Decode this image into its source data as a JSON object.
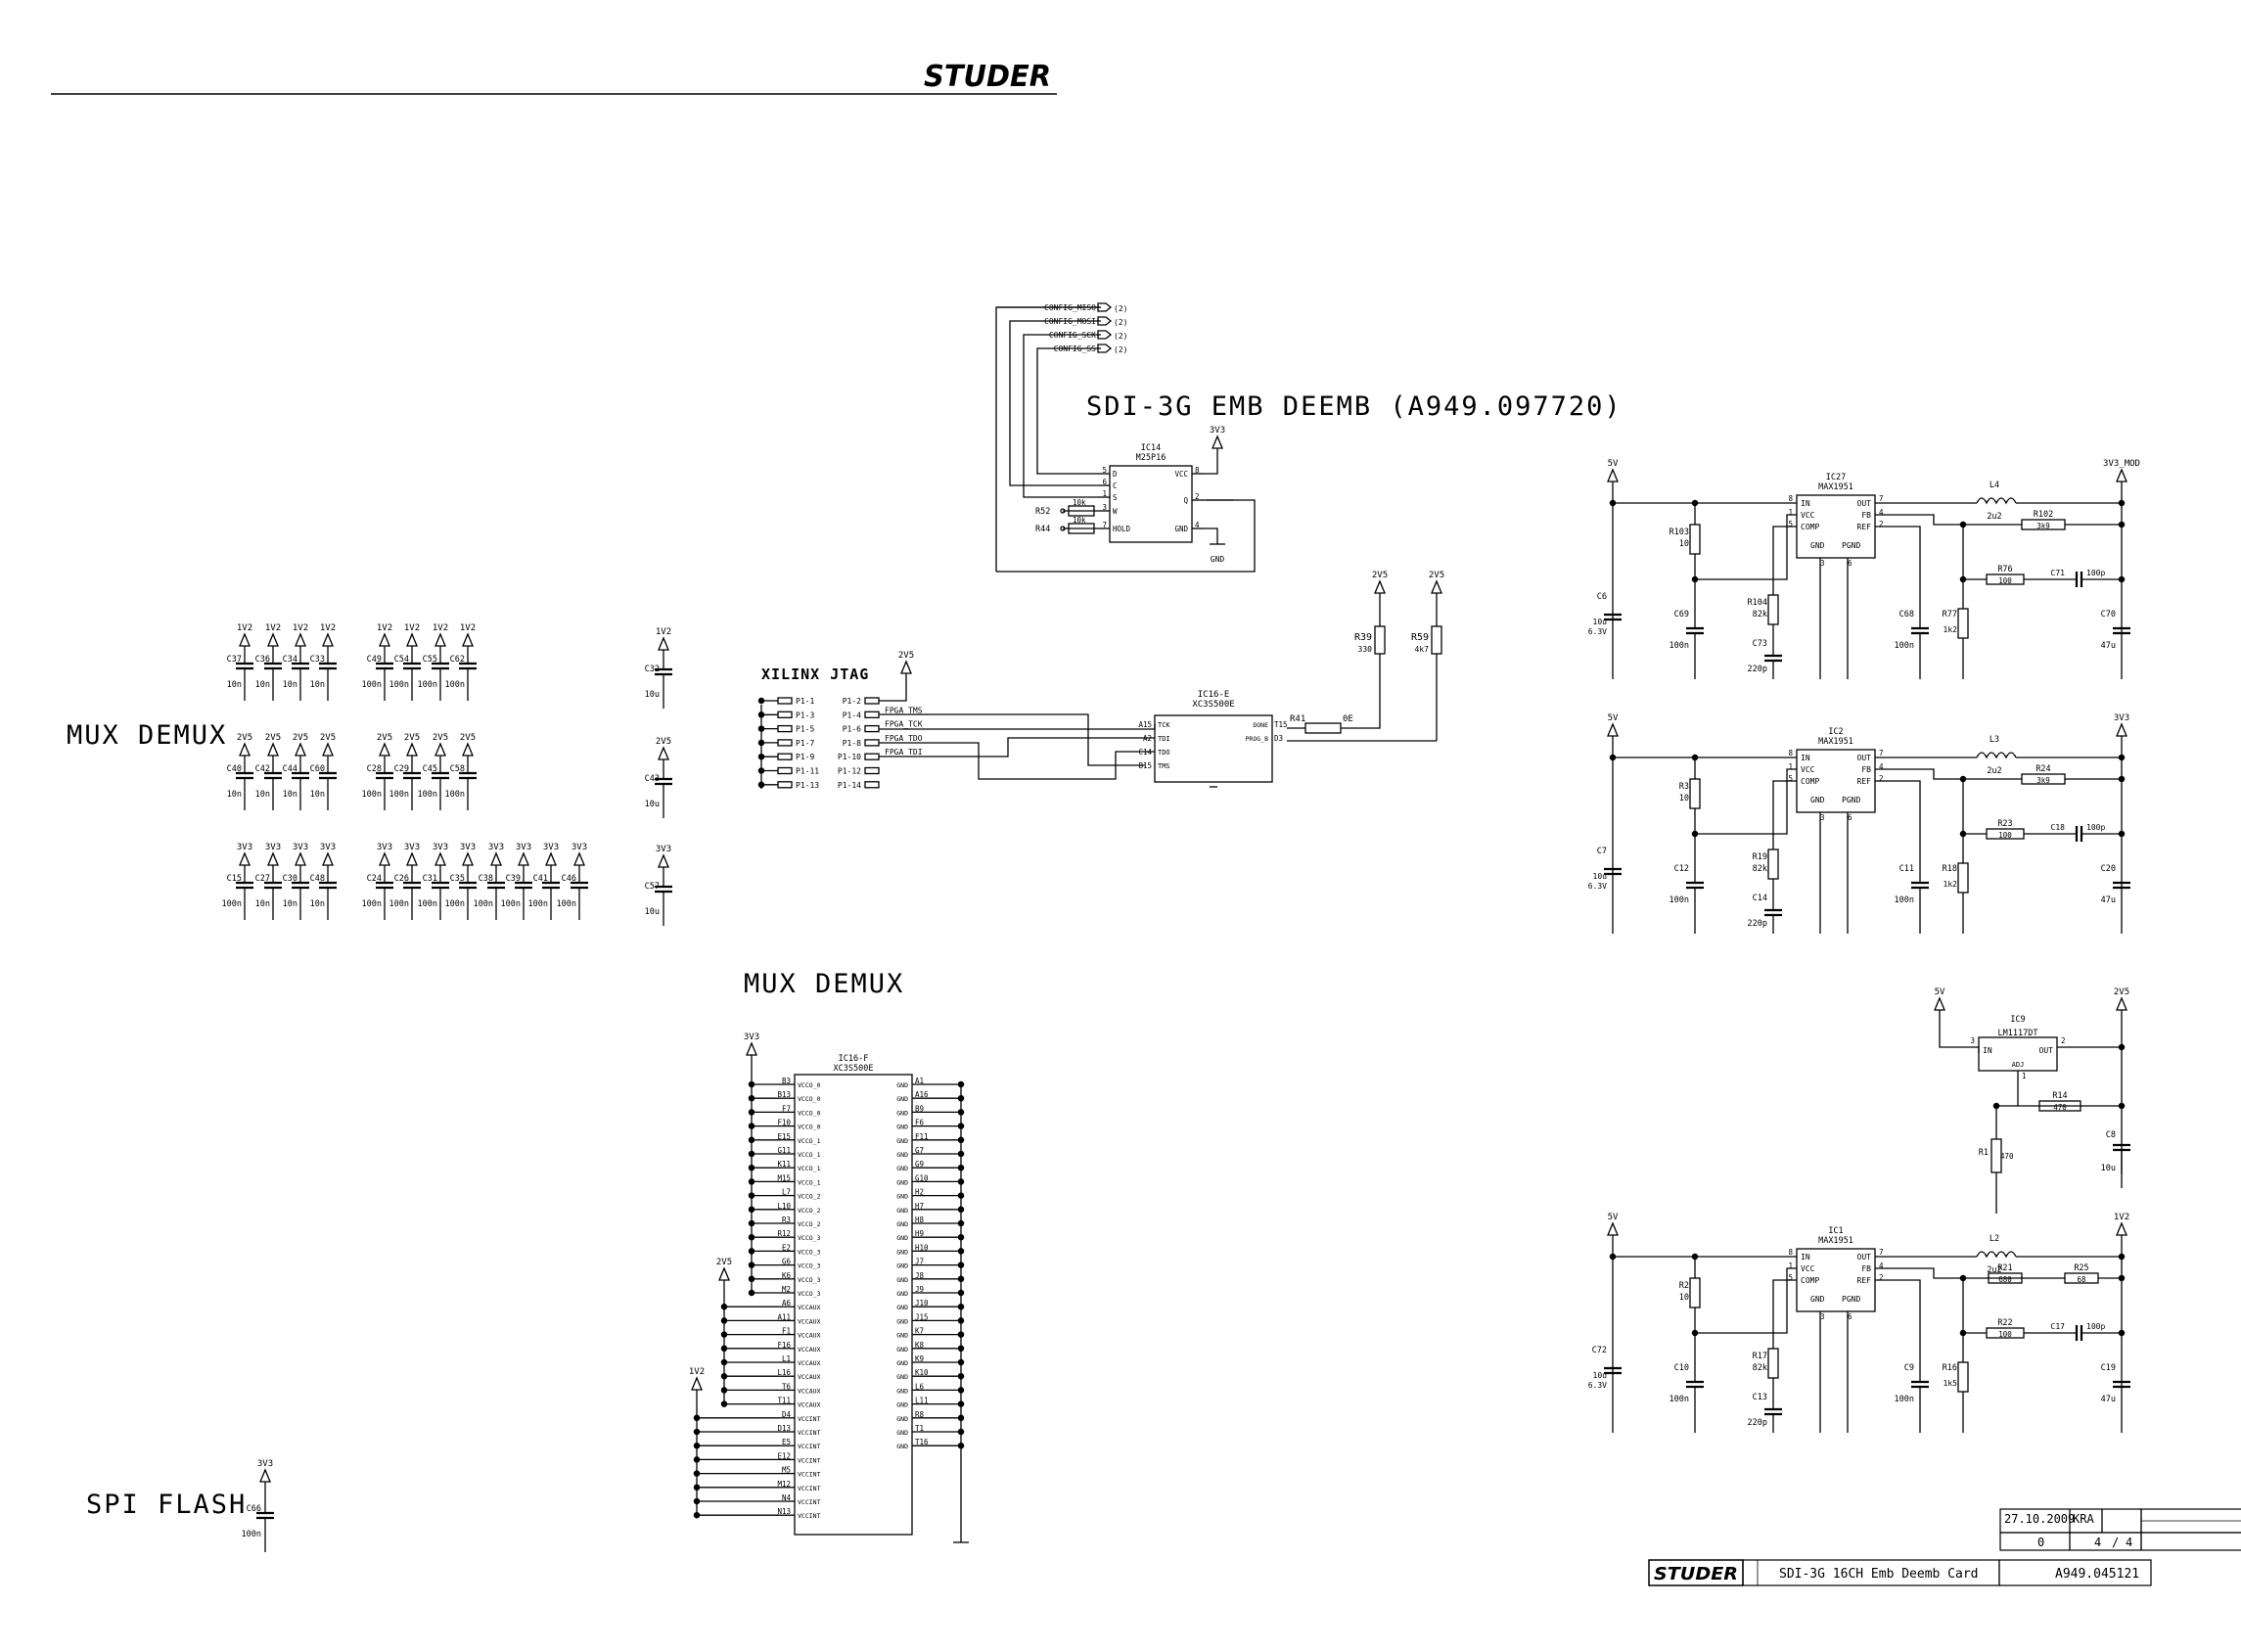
{
  "brand": "STUDER",
  "labels": {
    "sdi_title": "SDI-3G EMB DEEMB (A949.097720)",
    "mux_demux_1": "MUX DEMUX",
    "mux_demux_2": "MUX DEMUX",
    "spi_flash": "SPI FLASH",
    "xilinx_jtag": "XILINX JTAG"
  },
  "title_block": {
    "date": "27.10.2009",
    "drawn_by": "KRA",
    "index": "0",
    "sheet": "4",
    "sheets": "4",
    "title": "SDI-3G 16CH Emb Deemb Card",
    "number": "A949.045121"
  },
  "flash": {
    "ref": "IC14",
    "part": "M25P16",
    "nets": [
      "CONFIG_MISO",
      "CONFIG_MOSI",
      "CONFIG_SCK",
      "CONFIG_SS"
    ],
    "net_tag": "(2)",
    "left_pins": [
      {
        "num": "5",
        "name": "D"
      },
      {
        "num": "6",
        "name": "C"
      },
      {
        "num": "1",
        "name": "S"
      },
      {
        "num": "3",
        "name": "W"
      },
      {
        "num": "7",
        "name": "HOLD"
      }
    ],
    "right_pins": [
      {
        "num": "8",
        "name": "VCC"
      },
      {
        "num": "2",
        "name": "Q"
      },
      {
        "num": "4",
        "name": "GND"
      }
    ],
    "pullups": [
      {
        "ref": "R52",
        "val": "10k"
      },
      {
        "ref": "R44",
        "val": "10k"
      }
    ],
    "vcc_label": "3V3",
    "gnd_label": "GND"
  },
  "jtag": {
    "header_pins": [
      "P1-1",
      "P1-3",
      "P1-5",
      "P1-7",
      "P1-9",
      "P1-11",
      "P1-13"
    ],
    "signal_pins": [
      "P1-2",
      "P1-4",
      "P1-6",
      "P1-8",
      "P1-10",
      "P1-12",
      "P1-14"
    ],
    "signals": [
      "FPGA_TMS",
      "FPGA_TCK",
      "FPGA_TDO",
      "FPGA_TDI"
    ],
    "supply": "2V5",
    "ic_ref": "IC16-E",
    "ic_part": "XC3S500E",
    "ic_left": [
      {
        "num": "A15",
        "name": "TCK"
      },
      {
        "num": "A2",
        "name": "TDI"
      },
      {
        "num": "C14",
        "name": "TDO"
      },
      {
        "num": "B15",
        "name": "TMS"
      }
    ],
    "ic_right": [
      {
        "num": "T15",
        "name": "DONE"
      },
      {
        "num": "D3",
        "name": "PROG_B"
      }
    ],
    "r41": {
      "ref": "R41",
      "val": "0E"
    },
    "r39": {
      "ref": "R39",
      "val": "330",
      "supply": "2V5"
    },
    "r59": {
      "ref": "R59",
      "val": "4k7",
      "supply": "2V5"
    }
  },
  "decoupling_rows": [
    {
      "caps": [
        {
          "ref": "C37",
          "val": "10n",
          "rail": "1V2"
        },
        {
          "ref": "C36",
          "val": "10n",
          "rail": "1V2"
        },
        {
          "ref": "C34",
          "val": "10n",
          "rail": "1V2"
        },
        {
          "ref": "C33",
          "val": "10n",
          "rail": "1V2"
        },
        {
          "ref": "C49",
          "val": "100n",
          "rail": "1V2"
        },
        {
          "ref": "C54",
          "val": "100n",
          "rail": "1V2"
        },
        {
          "ref": "C55",
          "val": "100n",
          "rail": "1V2"
        },
        {
          "ref": "C62",
          "val": "100n",
          "rail": "1V2"
        }
      ]
    },
    {
      "caps": [
        {
          "ref": "C40",
          "val": "10n",
          "rail": "2V5"
        },
        {
          "ref": "C42",
          "val": "10n",
          "rail": "2V5"
        },
        {
          "ref": "C44",
          "val": "10n",
          "rail": "2V5"
        },
        {
          "ref": "C60",
          "val": "10n",
          "rail": "2V5"
        },
        {
          "ref": "C28",
          "val": "100n",
          "rail": "2V5"
        },
        {
          "ref": "C29",
          "val": "100n",
          "rail": "2V5"
        },
        {
          "ref": "C45",
          "val": "100n",
          "rail": "2V5"
        },
        {
          "ref": "C58",
          "val": "100n",
          "rail": "2V5"
        }
      ]
    },
    {
      "caps": [
        {
          "ref": "C15",
          "val": "100n",
          "rail": "3V3"
        },
        {
          "ref": "C27",
          "val": "10n",
          "rail": "3V3"
        },
        {
          "ref": "C30",
          "val": "10n",
          "rail": "3V3"
        },
        {
          "ref": "C48",
          "val": "10n",
          "rail": "3V3"
        },
        {
          "ref": "C24",
          "val": "100n",
          "rail": "3V3"
        },
        {
          "ref": "C26",
          "val": "100n",
          "rail": "3V3"
        },
        {
          "ref": "C31",
          "val": "100n",
          "rail": "3V3"
        },
        {
          "ref": "C35",
          "val": "100n",
          "rail": "3V3"
        },
        {
          "ref": "C38",
          "val": "100n",
          "rail": "3V3"
        },
        {
          "ref": "C39",
          "val": "100n",
          "rail": "3V3"
        },
        {
          "ref": "C41",
          "val": "100n",
          "rail": "3V3"
        },
        {
          "ref": "C46",
          "val": "100n",
          "rail": "3V3"
        }
      ]
    }
  ],
  "bulk_caps": [
    {
      "ref": "C32",
      "val": "10u",
      "rail": "1V2"
    },
    {
      "ref": "C43",
      "val": "10u",
      "rail": "2V5"
    },
    {
      "ref": "C57",
      "val": "10u",
      "rail": "3V3"
    }
  ],
  "spi_cap": {
    "ref": "C66",
    "val": "100n",
    "rail": "3V3"
  },
  "fpga_power": {
    "ref": "IC16-F",
    "part": "XC3S500E",
    "rail_3v3": "3V3",
    "rail_2v5": "2V5",
    "rail_1v2": "1V2",
    "left_pins": [
      {
        "num": "B3",
        "name": "VCCO_0"
      },
      {
        "num": "B13",
        "name": "VCCO_0"
      },
      {
        "num": "F7",
        "name": "VCCO_0"
      },
      {
        "num": "F10",
        "name": "VCCO_0"
      },
      {
        "num": "E15",
        "name": "VCCO_1"
      },
      {
        "num": "G11",
        "name": "VCCO_1"
      },
      {
        "num": "K11",
        "name": "VCCO_1"
      },
      {
        "num": "M15",
        "name": "VCCO_1"
      },
      {
        "num": "L7",
        "name": "VCCO_2"
      },
      {
        "num": "L10",
        "name": "VCCO_2"
      },
      {
        "num": "R3",
        "name": "VCCO_2"
      },
      {
        "num": "R12",
        "name": "VCCO_3"
      },
      {
        "num": "E2",
        "name": "VCCO_3"
      },
      {
        "num": "G6",
        "name": "VCCO_3"
      },
      {
        "num": "K6",
        "name": "VCCO_3"
      },
      {
        "num": "M2",
        "name": "VCCO_3"
      },
      {
        "num": "A6",
        "name": "VCCAUX"
      },
      {
        "num": "A11",
        "name": "VCCAUX"
      },
      {
        "num": "F1",
        "name": "VCCAUX"
      },
      {
        "num": "F16",
        "name": "VCCAUX"
      },
      {
        "num": "L1",
        "name": "VCCAUX"
      },
      {
        "num": "L16",
        "name": "VCCAUX"
      },
      {
        "num": "T6",
        "name": "VCCAUX"
      },
      {
        "num": "T11",
        "name": "VCCAUX"
      },
      {
        "num": "D4",
        "name": "VCCINT"
      },
      {
        "num": "D13",
        "name": "VCCINT"
      },
      {
        "num": "E5",
        "name": "VCCINT"
      },
      {
        "num": "E12",
        "name": "VCCINT"
      },
      {
        "num": "M5",
        "name": "VCCINT"
      },
      {
        "num": "M12",
        "name": "VCCINT"
      },
      {
        "num": "N4",
        "name": "VCCINT"
      },
      {
        "num": "N13",
        "name": "VCCINT"
      }
    ],
    "right_pins": [
      "A1",
      "A16",
      "B9",
      "F6",
      "F11",
      "G7",
      "G9",
      "G10",
      "H2",
      "H7",
      "H8",
      "H9",
      "H10",
      "J7",
      "J8",
      "J9",
      "J10",
      "J15",
      "K7",
      "K8",
      "K9",
      "K10",
      "L6",
      "L11",
      "R8",
      "T1",
      "T16"
    ],
    "gnd_name": "GND"
  },
  "regulators": [
    {
      "ref": "IC27",
      "part": "MAX1951",
      "vin": "5V",
      "vout": "3V3_MOD",
      "inductor": "L4",
      "ind_val": "2u2",
      "rfb": {
        "ref": "R102",
        "val": "3k9"
      },
      "rc": {
        "ref": "R76",
        "val": "100"
      },
      "cc": {
        "ref": "C71",
        "val": "100p"
      },
      "rlow": {
        "ref": "R77",
        "val": "1k2"
      },
      "cin": {
        "ref": "C6",
        "val": "10u",
        "val2": "6.3V"
      },
      "rvcc": {
        "ref": "R103",
        "val": "10"
      },
      "cvcc": {
        "ref": "C69",
        "val": "100n"
      },
      "rcomp": {
        "ref": "R104",
        "val": "82k"
      },
      "ccomp": {
        "ref": "C73",
        "val": "220p"
      },
      "cref": {
        "ref": "C68",
        "val": "100n"
      },
      "cout": {
        "ref": "C70",
        "val": "47u"
      }
    },
    {
      "ref": "IC2",
      "part": "MAX1951",
      "vin": "5V",
      "vout": "3V3",
      "inductor": "L3",
      "ind_val": "2u2",
      "rfb": {
        "ref": "R24",
        "val": "3k9"
      },
      "rc": {
        "ref": "R23",
        "val": "100"
      },
      "cc": {
        "ref": "C18",
        "val": "100p"
      },
      "rlow": {
        "ref": "R18",
        "val": "1k2"
      },
      "cin": {
        "ref": "C7",
        "val": "10u",
        "val2": "6.3V"
      },
      "rvcc": {
        "ref": "R3",
        "val": "10"
      },
      "cvcc": {
        "ref": "C12",
        "val": "100n"
      },
      "rcomp": {
        "ref": "R19",
        "val": "82k"
      },
      "ccomp": {
        "ref": "C14",
        "val": "220p"
      },
      "cref": {
        "ref": "C11",
        "val": "100n"
      },
      "cout": {
        "ref": "C20",
        "val": "47u"
      }
    },
    {
      "ref": "IC1",
      "part": "MAX1951",
      "vin": "5V",
      "vout": "1V2",
      "inductor": "L2",
      "ind_val": "2u2",
      "rfb": {
        "ref": "R21",
        "val": "680"
      },
      "rfb2": {
        "ref": "R25",
        "val": "68"
      },
      "rc": {
        "ref": "R22",
        "val": "100"
      },
      "cc": {
        "ref": "C17",
        "val": "100p"
      },
      "rlow": {
        "ref": "R16",
        "val": "1k5"
      },
      "cin": {
        "ref": "C72",
        "val": "10u",
        "val2": "6.3V"
      },
      "rvcc": {
        "ref": "R2",
        "val": "10"
      },
      "cvcc": {
        "ref": "C10",
        "val": "100n"
      },
      "rcomp": {
        "ref": "R17",
        "val": "82k"
      },
      "ccomp": {
        "ref": "C13",
        "val": "220p"
      },
      "cref": {
        "ref": "C9",
        "val": "100n"
      },
      "cout": {
        "ref": "C19",
        "val": "47u"
      }
    }
  ],
  "reg_pins": {
    "in": "IN",
    "vcc": "VCC",
    "comp": "COMP",
    "gnd": "GND",
    "pgnd": "PGND",
    "out": "OUT",
    "fb": "FB",
    "ref": "REF"
  },
  "ldo": {
    "ref": "IC9",
    "part": "LM1117DT",
    "vin": "5V",
    "vout": "2V5",
    "in": "IN",
    "out": "OUT",
    "adj": "ADJ",
    "r14": {
      "ref": "R14",
      "val": "470"
    },
    "r1": {
      "ref": "R1",
      "val": "470"
    },
    "c8": {
      "ref": "C8",
      "val": "10u"
    }
  }
}
